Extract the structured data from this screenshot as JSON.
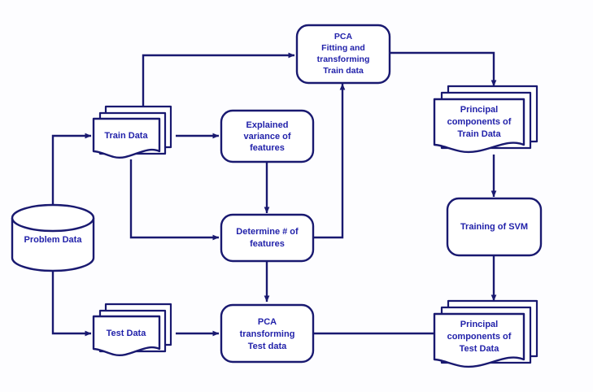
{
  "diagram": {
    "title": "PCA and SVM machine learning pipeline flowchart",
    "background_color": "#fdfdff",
    "stroke_color": "#191970",
    "text_color": "#2222aa",
    "nodes": [
      {
        "id": "problem-data",
        "shape": "cylinder",
        "lines": [
          "Problem Data"
        ]
      },
      {
        "id": "train-data",
        "shape": "multi-document",
        "lines": [
          "Train Data"
        ]
      },
      {
        "id": "test-data",
        "shape": "multi-document",
        "lines": [
          "Test Data"
        ]
      },
      {
        "id": "explained-variance",
        "shape": "rounded-rect",
        "lines": [
          "Explained",
          "variance of",
          "features"
        ]
      },
      {
        "id": "determine-features",
        "shape": "rounded-rect",
        "lines": [
          "Determine # of",
          "features"
        ]
      },
      {
        "id": "pca-fit-train",
        "shape": "rounded-rect",
        "lines": [
          "PCA",
          "Fitting and",
          "transforming",
          "Train data"
        ]
      },
      {
        "id": "pca-transform-test",
        "shape": "rounded-rect",
        "lines": [
          "PCA",
          "transforming",
          "Test data"
        ]
      },
      {
        "id": "pc-train",
        "shape": "multi-document",
        "lines": [
          "Principal",
          "components of",
          "Train Data"
        ]
      },
      {
        "id": "training-svm",
        "shape": "rounded-rect",
        "lines": [
          "Training of SVM"
        ]
      },
      {
        "id": "pc-test",
        "shape": "multi-document",
        "lines": [
          "Principal",
          "components of",
          "Test Data"
        ]
      }
    ],
    "edges": [
      {
        "id": "edge-problem-to-train",
        "from": "problem-data",
        "to": "train-data"
      },
      {
        "id": "edge-problem-to-test",
        "from": "problem-data",
        "to": "test-data"
      },
      {
        "id": "edge-train-to-pca-fit",
        "from": "train-data",
        "to": "pca-fit-train"
      },
      {
        "id": "edge-train-to-explained-variance",
        "from": "train-data",
        "to": "explained-variance"
      },
      {
        "id": "edge-train-to-determine",
        "from": "train-data",
        "to": "determine-features"
      },
      {
        "id": "edge-explained-to-determine",
        "from": "explained-variance",
        "to": "determine-features"
      },
      {
        "id": "edge-determine-to-pca-fit",
        "from": "determine-features",
        "to": "pca-fit-train"
      },
      {
        "id": "edge-determine-to-pca-test",
        "from": "determine-features",
        "to": "pca-transform-test"
      },
      {
        "id": "edge-pca-fit-to-pc-train",
        "from": "pca-fit-train",
        "to": "pc-train"
      },
      {
        "id": "edge-pc-train-to-svm",
        "from": "pc-train",
        "to": "training-svm"
      },
      {
        "id": "edge-svm-to-pc-test",
        "from": "training-svm",
        "to": "pc-test"
      },
      {
        "id": "edge-test-to-pca-test",
        "from": "test-data",
        "to": "pca-transform-test"
      },
      {
        "id": "edge-pca-test-to-pc-test",
        "from": "pca-transform-test",
        "to": "pc-test"
      }
    ]
  }
}
